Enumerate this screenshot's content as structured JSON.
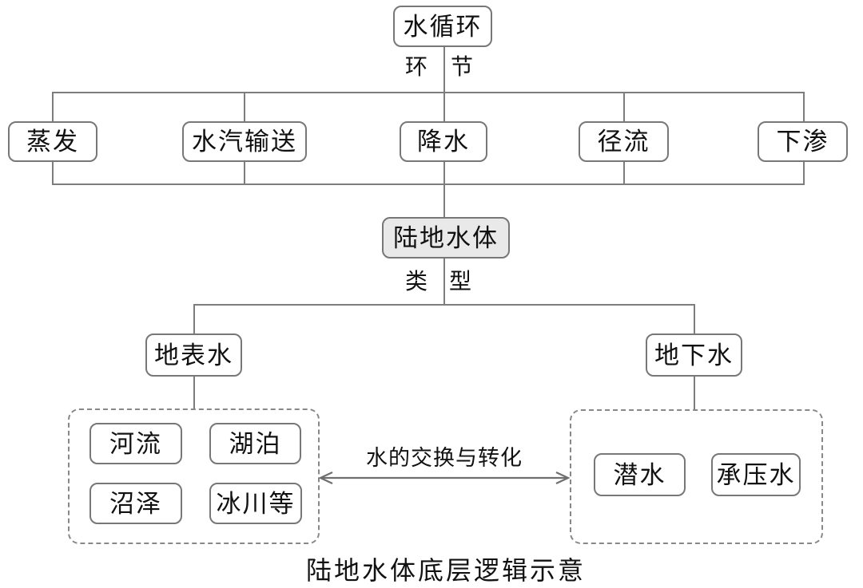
{
  "nodes": {
    "root": "水循环",
    "hub": "陆地水体",
    "surface": "地表水",
    "ground": "地下水"
  },
  "stages": [
    "蒸发",
    "水汽输送",
    "降水",
    "径流",
    "下渗"
  ],
  "surface_types": [
    "河流",
    "湖泊",
    "沼泽",
    "冰川等"
  ],
  "ground_types": [
    "潜水",
    "承压水"
  ],
  "labels": {
    "cycle_left": "环",
    "cycle_right": "节",
    "type_left": "类",
    "type_right": "型",
    "exchange": "水的交换与转化",
    "caption": "陆地水体底层逻辑示意"
  },
  "colors": {
    "line": "#7d7d7d",
    "box_border": "#777777",
    "dashed_border": "#888888",
    "hub_fill": "#e9e9e9",
    "text": "#111111",
    "arrow": "#6f6f6f"
  }
}
